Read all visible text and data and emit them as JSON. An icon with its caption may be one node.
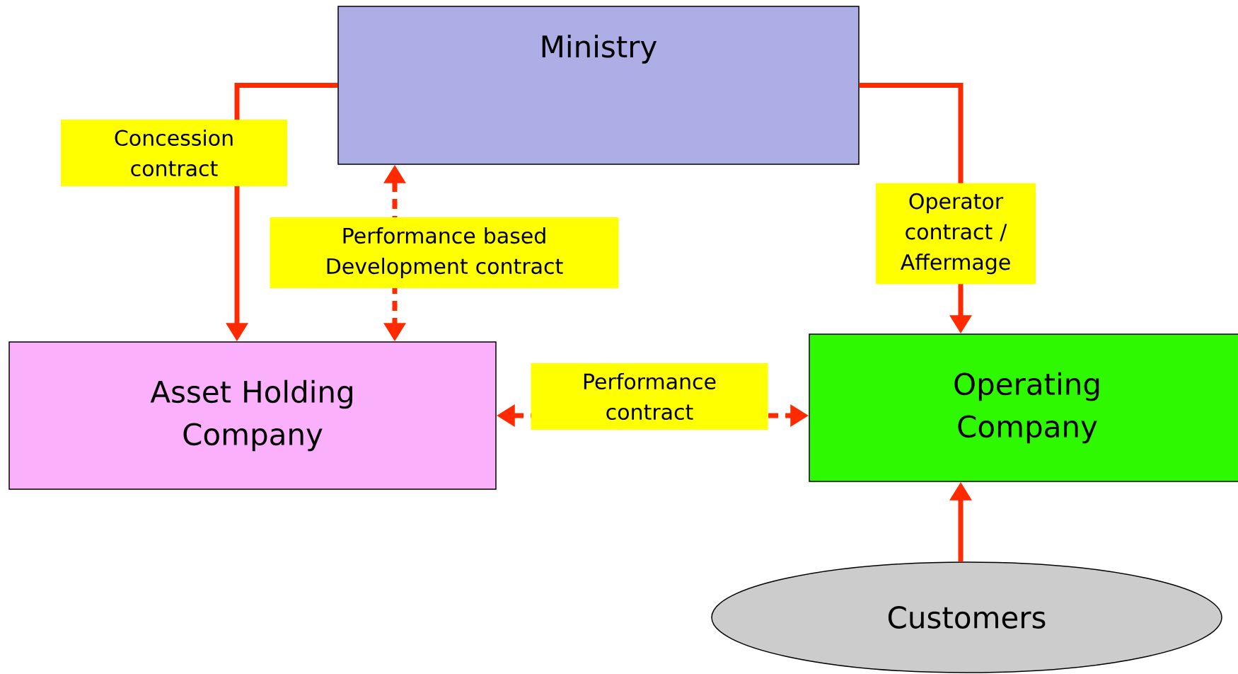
{
  "diagram": {
    "nodes": [
      {
        "text": [
          "Ministry"
        ]
      },
      {
        "text": [
          "Asset Holding Company"
        ]
      },
      {
        "text": [
          "Operating Company"
        ]
      },
      {
        "text": [
          "Customers"
        ]
      }
    ],
    "edges": [
      {
        "from": 0,
        "to": 1,
        "arrow": "to",
        "label": "Concession contract"
      },
      {
        "from": 0,
        "to": 1,
        "arrow": "both",
        "style": "dashed",
        "label": "Performance based Development contract"
      },
      {
        "from": 0,
        "to": 2,
        "arrow": "to",
        "label": "Operator contract / Affermage"
      },
      {
        "from": 1,
        "to": 2,
        "arrow": "both",
        "style": "dashed",
        "label": "Performance contract"
      },
      {
        "from": 3,
        "to": 2,
        "arrow": "to"
      }
    ]
  }
}
